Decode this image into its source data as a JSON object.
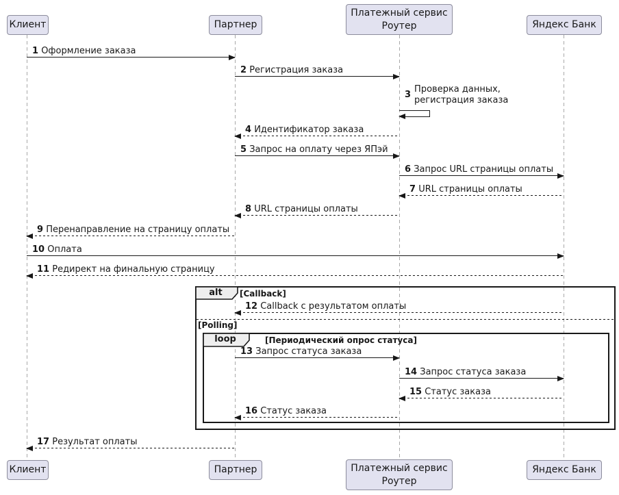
{
  "diagram": {
    "type": "uml-sequence-diagram",
    "colors": {
      "background": "#FFFFFF",
      "participant_fill": "#E2E2F0",
      "participant_border": "#8C8C9C",
      "lifeline": "#A8A8A8",
      "message_line": "#181818",
      "frame_border": "#181818",
      "frame_label_fill": "#EEEEEE"
    }
  },
  "participants": [
    {
      "name": "Клиент"
    },
    {
      "name": "Партнер"
    },
    {
      "name": "Платежный сервис\nРоутер"
    },
    {
      "name": "Яндекс Банк"
    }
  ],
  "messages": [
    {
      "num": "1",
      "text": "Оформление заказа",
      "from": "Клиент",
      "to": "Партнер",
      "style": "solid"
    },
    {
      "num": "2",
      "text": "Регистрация заказа",
      "from": "Партнер",
      "to": "Платежный сервис Роутер",
      "style": "solid"
    },
    {
      "num": "3",
      "text": "Проверка данных,\nрегистрация заказа",
      "from": "Платежный сервис Роутер",
      "to": "Платежный сервис Роутер",
      "style": "self"
    },
    {
      "num": "4",
      "text": "Идентификатор заказа",
      "from": "Платежный сервис Роутер",
      "to": "Партнер",
      "style": "dashed"
    },
    {
      "num": "5",
      "text": "Запрос на оплату через ЯПэй",
      "from": "Партнер",
      "to": "Платежный сервис Роутер",
      "style": "solid"
    },
    {
      "num": "6",
      "text": "Запрос URL страницы оплаты",
      "from": "Платежный сервис Роутер",
      "to": "Яндекс Банк",
      "style": "solid"
    },
    {
      "num": "7",
      "text": "URL страницы оплаты",
      "from": "Яндекс Банк",
      "to": "Платежный сервис Роутер",
      "style": "dashed"
    },
    {
      "num": "8",
      "text": "URL страницы оплаты",
      "from": "Платежный сервис Роутер",
      "to": "Партнер",
      "style": "dashed"
    },
    {
      "num": "9",
      "text": "Перенаправление на страницу оплаты",
      "from": "Партнер",
      "to": "Клиент",
      "style": "dashed"
    },
    {
      "num": "10",
      "text": "Оплата",
      "from": "Клиент",
      "to": "Яндекс Банк",
      "style": "solid"
    },
    {
      "num": "11",
      "text": "Редирект на финальную страницу",
      "from": "Яндекс Банк",
      "to": "Клиент",
      "style": "dashed"
    },
    {
      "num": "12",
      "text": "Callback с результатом оплаты",
      "from": "Яндекс Банк",
      "to": "Партнер",
      "style": "dashed"
    },
    {
      "num": "13",
      "text": "Запрос статуса заказа",
      "from": "Партнер",
      "to": "Платежный сервис Роутер",
      "style": "solid"
    },
    {
      "num": "14",
      "text": "Запрос статуса заказа",
      "from": "Платежный сервис Роутер",
      "to": "Яндекс Банк",
      "style": "solid"
    },
    {
      "num": "15",
      "text": "Статус заказа",
      "from": "Яндекс Банк",
      "to": "Платежный сервис Роутер",
      "style": "dashed"
    },
    {
      "num": "16",
      "text": "Статус заказа",
      "from": "Платежный сервис Роутер",
      "to": "Партнер",
      "style": "dashed"
    },
    {
      "num": "17",
      "text": "Результат оплаты",
      "from": "Партнер",
      "to": "Клиент",
      "style": "dashed"
    }
  ],
  "frames": {
    "alt": {
      "label": "alt",
      "condition": "[Callback]",
      "else_condition": "[Polling]"
    },
    "loop": {
      "label": "loop",
      "condition": "[Периодический опрос статуса]"
    }
  }
}
